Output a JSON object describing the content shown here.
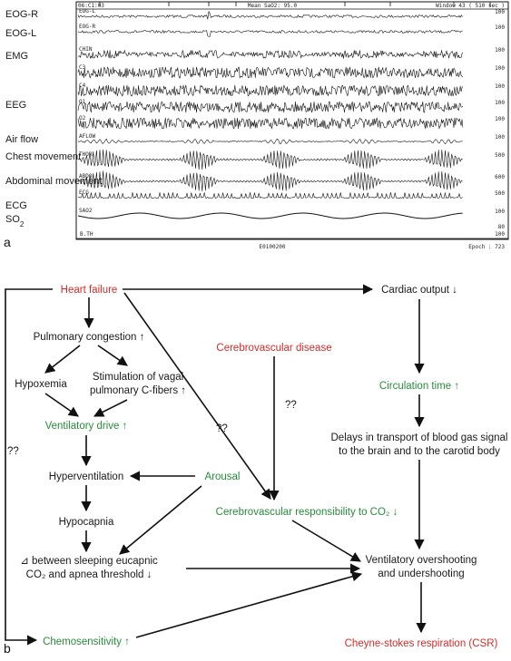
{
  "panel_a": {
    "letter": "a",
    "header": {
      "left": "06:C1:03",
      "mid": "Mean SaO2: 95.0",
      "right": "Window 43 ( 510 sec )"
    },
    "footer": {
      "mid": "E0100200",
      "right": "Epoch : 723"
    },
    "channels": [
      {
        "label": "EOG-R",
        "code": "EOG-L",
        "scale": "100",
        "kind": "eog"
      },
      {
        "label": "EOG-L",
        "code": "EOG-R",
        "scale": "100",
        "kind": "eog"
      },
      {
        "label": "EMG",
        "code": "CHIN",
        "scale": "100",
        "kind": "emg"
      },
      {
        "label": "",
        "code": "C3",
        "scale": "100",
        "kind": "eeg"
      },
      {
        "label": "EEG",
        "code": "C4",
        "scale": "100",
        "kind": "eeg"
      },
      {
        "label": "",
        "code": "O1",
        "scale": "100",
        "kind": "eeg"
      },
      {
        "label": "",
        "code": "O2",
        "scale": "100",
        "kind": "eeg"
      },
      {
        "label": "Air flow",
        "code": "AFLOW",
        "scale": "100",
        "kind": "flow"
      },
      {
        "label": "Chest movement",
        "code": "THOR",
        "scale": "500",
        "kind": "resp"
      },
      {
        "label": "Abdominal movement",
        "code": "ABDO",
        "scale": "600",
        "kind": "resp"
      },
      {
        "label": "ECG",
        "code": "ECG",
        "scale": "500",
        "kind": "ecg"
      },
      {
        "label": "SO2",
        "code": "SAO2",
        "scale": "100",
        "kind": "sao2"
      }
    ],
    "bottom_scale": [
      "80",
      "100"
    ],
    "bottom_code": "B.TH"
  },
  "panel_b": {
    "letter": "b",
    "nodes": {
      "heart_failure": "Heart failure",
      "cardiac_output": "Cardiac output ↓",
      "pulmonary_congestion": "Pulmonary congestion ↑",
      "cerebrovascular_disease": "Cerebrovascular disease",
      "circulation_time": "Circulation time ↑",
      "hypoxemia": "Hypoxemia",
      "vagal_line1": "Stimulation of vagal",
      "vagal_line2": "pulmonary C-fibers ↑",
      "delays_line1": "Delays in transport of blood gas signal",
      "delays_line2": "to the brain and to the carotid body",
      "ventilatory_drive": "Ventilatory drive ↑",
      "hyperventilation": "Hyperventilation",
      "arousal": "Arousal",
      "hypocapnia": "Hypocapnia",
      "cerebrovascular_responsibility": "Cerebrovascular responsibility to CO₂ ↓",
      "delta_line1": "⊿ between sleeping eucapnic",
      "delta_line2": "CO₂ and apnea threshold ↓",
      "overshoot_line1": "Ventilatory overshooting",
      "overshoot_line2": "and undershooting",
      "chemosensitivity": "Chemosensitivity ↑",
      "csr": "Cheyne-stokes respiration (CSR)"
    },
    "unknowns": {
      "left": "??",
      "hf_cerebro": "??",
      "cvd": "??"
    }
  }
}
